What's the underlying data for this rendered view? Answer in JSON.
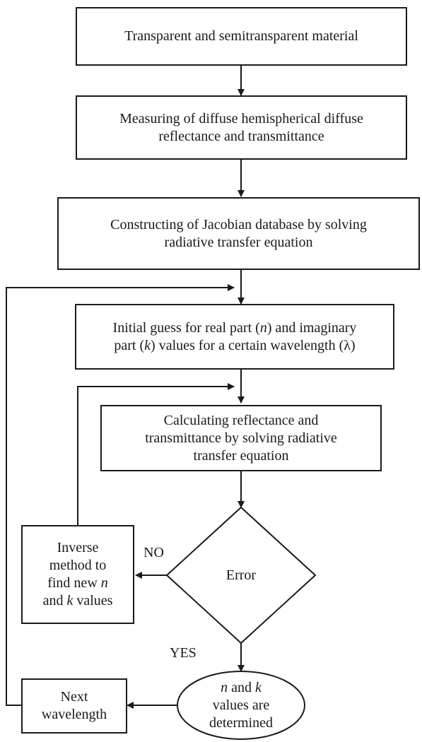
{
  "nodes": {
    "start": {
      "text": "Transparent and semitransparent material"
    },
    "measure": {
      "line1": "Measuring  of diffuse hemispherical diffuse",
      "line2": "reflectance and transmittance"
    },
    "jacobian": {
      "line1": "Constructing of Jacobian database by solving",
      "line2": "radiative transfer equation"
    },
    "guess": {
      "l1_a": "Initial guess for real part (",
      "l1_n": "n",
      "l1_b": ") and imaginary",
      "l2_a": "part  (",
      "l2_k": "k",
      "l2_b": ") values for a certain wavelength (λ)"
    },
    "calc": {
      "line1": "Calculating reflectance and",
      "line2": "transmittance by solving radiative",
      "line3": "transfer equation"
    },
    "error": {
      "text": "Error"
    },
    "inverse": {
      "line1": "Inverse",
      "line2": "method  to",
      "l3_a": "find new ",
      "l3_n": "n",
      "l4_a": "and ",
      "l4_k": "k",
      "l4_b": " values"
    },
    "next": {
      "line1": "Next",
      "line2": "wavelength"
    },
    "result": {
      "l1_n": "n",
      "l1_a": " and ",
      "l1_k": "k",
      "line2": "values are",
      "line3": "determined"
    }
  },
  "labels": {
    "no": "NO",
    "yes": "YES"
  }
}
